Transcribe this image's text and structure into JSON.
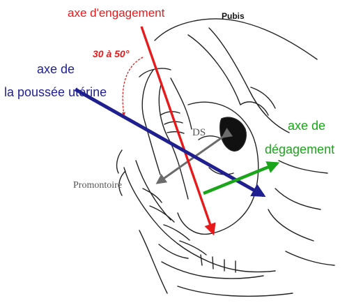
{
  "labels": {
    "engagement_axis": "axe d'engagement",
    "angle": "30 à 50°",
    "uterine_axis_line1": "axe de",
    "uterine_axis_line2": "la poussée utérine",
    "pubis": "Pubis",
    "ds": "DS",
    "promontory": "Promontoire",
    "clearance_axis_line1": "axe de",
    "clearance_axis_line2": "dégagement"
  },
  "colors": {
    "engagement_axis": "#e8191b",
    "uterine_axis": "#1f1f8f",
    "clearance_axis": "#1aa51a",
    "ds_axis": "#6b6b6b",
    "drawing": "#222222"
  }
}
